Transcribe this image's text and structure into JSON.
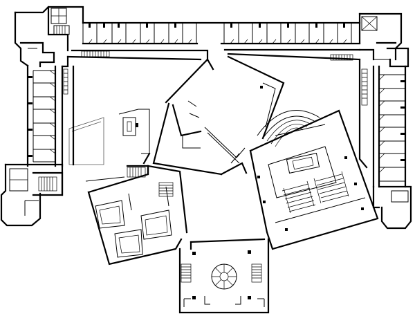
{
  "drawing": {
    "type": "architectural floor plan",
    "line_color": "#000000",
    "background_color": "#ffffff",
    "text_labels": []
  },
  "wings": [
    "north-wing-rooms",
    "west-wing-rooms",
    "east-wing-rooms",
    "central-hall",
    "auditorium",
    "south-entrance-pavilion",
    "southwest-block"
  ]
}
